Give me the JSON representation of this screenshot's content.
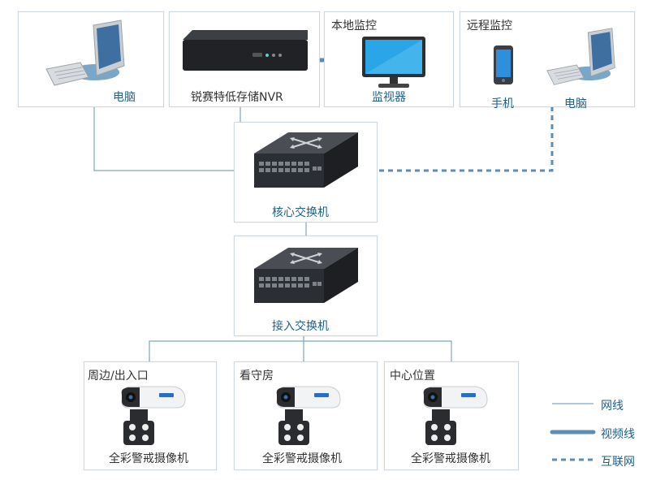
{
  "nodes": {
    "pc_left": {
      "label": "电脑"
    },
    "nvr": {
      "label": "锐赛特低存储NVR"
    },
    "local_monitor": {
      "title": "本地监控",
      "label": "监视器"
    },
    "remote_monitor": {
      "title": "远程监控",
      "phone_label": "手机",
      "pc_label": "电脑"
    },
    "core_switch": {
      "label": "核心交换机"
    },
    "access_switch": {
      "label": "接入交换机"
    },
    "cam1": {
      "title": "周边/出入口",
      "label": "全彩警戒摄像机"
    },
    "cam2": {
      "title": "看守房",
      "label": "全彩警戒摄像机"
    },
    "cam3": {
      "title": "中心位置",
      "label": "全彩警戒摄像机"
    }
  },
  "legend": {
    "network_line": "网线",
    "video_line": "视频线",
    "internet": "互联网"
  },
  "colors": {
    "line": "#7ea6c4",
    "video": "#5b8db8",
    "text": "#1f5f8b"
  }
}
